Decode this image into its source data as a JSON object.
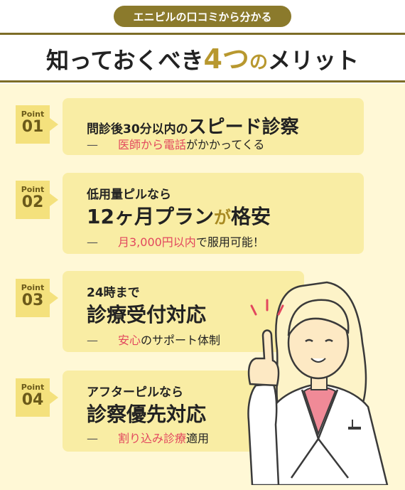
{
  "header": {
    "tag": "エニピルの口コミから分かる",
    "title_pre": "知っておくべき",
    "title_num": "4つ",
    "title_no": "の",
    "title_post": "メリット"
  },
  "points": [
    {
      "label": "Point",
      "num": "01",
      "lead": "問診後30分以内の",
      "big": "スピード診察",
      "sub_dash": "—",
      "sub_hl": "医師から電話",
      "sub_rest": "がかかってくる"
    },
    {
      "label": "Point",
      "num": "02",
      "lead": "低用量ピルなら",
      "big": "12ヶ月プラン",
      "big_em": "が",
      "big2": "格安",
      "sub_dash": "—",
      "sub_hl": "月3,000円以内",
      "sub_rest": "で服用可能！"
    },
    {
      "label": "Point",
      "num": "03",
      "lead": "24時まで",
      "big": "診療受付対応",
      "sub_dash": "—",
      "sub_hl": "安心",
      "sub_rest": "のサポート体制"
    },
    {
      "label": "Point",
      "num": "04",
      "lead": "アフターピルなら",
      "big": "診察優先対応",
      "sub_dash": "—",
      "sub_hl": "割り込み診療",
      "sub_rest": "適用"
    }
  ],
  "colors": {
    "accent": "#b8982f",
    "highlight": "#e2475e",
    "card": "#f9eda4",
    "bg": "#fff8d6"
  }
}
